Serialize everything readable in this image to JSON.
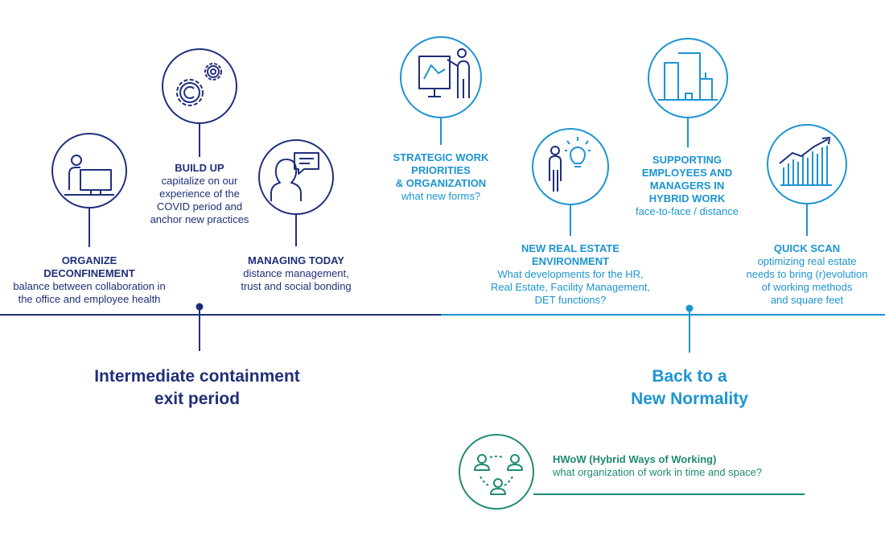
{
  "colors": {
    "navy": "#1f2f7a",
    "blue": "#1c94d2",
    "teal": "#1e8a74"
  },
  "milestones": {
    "organize": {
      "title": [
        "ORGANIZE",
        "DECONFINEMENT"
      ],
      "text": [
        "balance between collaboration in",
        "the office and employee health"
      ],
      "icon": "person-at-computer-icon"
    },
    "build_up": {
      "title": [
        "BUILD UP"
      ],
      "text": [
        "capitalize on our",
        "experience of the",
        "COVID period and",
        "anchor new practices"
      ],
      "icon": "gears-icon"
    },
    "managing": {
      "title": [
        "MANAGING TODAY"
      ],
      "text": [
        "distance management,",
        "trust and social bonding"
      ],
      "icon": "person-speech-bubble-icon"
    },
    "strategic": {
      "title": [
        "STRATEGIC WORK",
        "PRIORITIES",
        "& ORGANIZATION"
      ],
      "text": [
        "what new forms?"
      ],
      "icon": "presentation-board-icon"
    },
    "real_estate": {
      "title": [
        "NEW REAL ESTATE",
        "ENVIRONMENT"
      ],
      "text": [
        "What developments for the HR,",
        "Real Estate, Facility Management,",
        "DET functions?"
      ],
      "icon": "person-lightbulb-icon"
    },
    "supporting": {
      "title": [
        "SUPPORTING",
        "EMPLOYEES AND",
        "MANAGERS IN",
        "HYBRID WORK"
      ],
      "text": [
        "face-to-face / distance"
      ],
      "icon": "buildings-icon"
    },
    "quick_scan": {
      "title": [
        "QUICK SCAN"
      ],
      "text": [
        "optimizing real estate",
        "needs to bring (r)evolution",
        "of working methods",
        "and square feet"
      ],
      "icon": "bar-chart-trend-icon"
    }
  },
  "phases": {
    "intermediate": [
      "Intermediate containment",
      "exit period"
    ],
    "normality": [
      "Back to a",
      "New Normality"
    ]
  },
  "hwow": {
    "title": "HWoW (Hybrid Ways of Working)",
    "text": "what organization of work in time and space?",
    "icon": "network-people-icon"
  }
}
